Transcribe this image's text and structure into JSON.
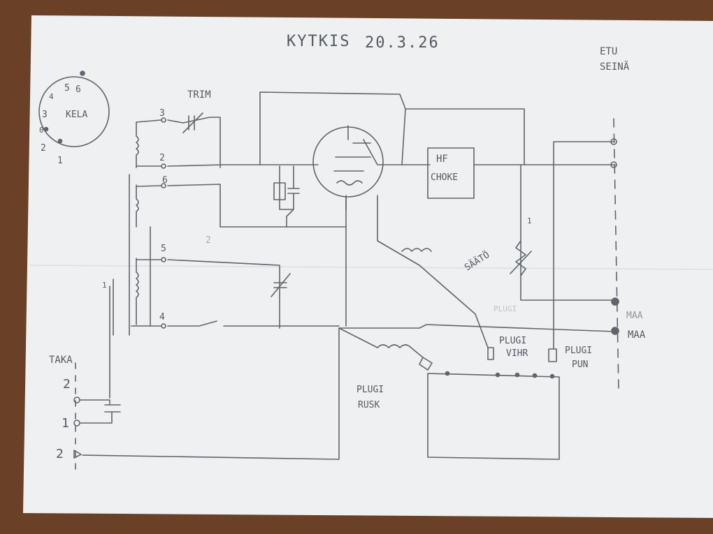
{
  "title": "KYTKIS",
  "date": "20.3.26",
  "wall_label_line1": "ETU",
  "wall_label_line2": "SEINÄ",
  "coil": {
    "label": "KELA",
    "pins": [
      "1",
      "2",
      "3",
      "4",
      "5",
      "6",
      "0"
    ]
  },
  "trim_label": "TRIM",
  "taps": [
    "3",
    "2",
    "6",
    "5",
    "4"
  ],
  "small_labels": [
    "1",
    "2",
    "1"
  ],
  "hf_choke_line1": "HF",
  "hf_choke_line2": "CHOKE",
  "saato_label": "SÄÄTÖ",
  "maa_labels": [
    "MAA",
    "MAA"
  ],
  "ghost_label": "PLUGI",
  "plugs": {
    "vihr_line1": "PLUGI",
    "vihr_line2": "VIHR",
    "pun_line1": "PLUGI",
    "pun_line2": "PUN",
    "rusk_line1": "PLUGI",
    "rusk_line2": "RUSK"
  },
  "taka": {
    "label": "TAKA",
    "pins": [
      "2",
      "1",
      "2"
    ]
  },
  "colors": {
    "paper": "#f2f3f5",
    "pencil": "#555a60",
    "table": "#6a4026"
  }
}
